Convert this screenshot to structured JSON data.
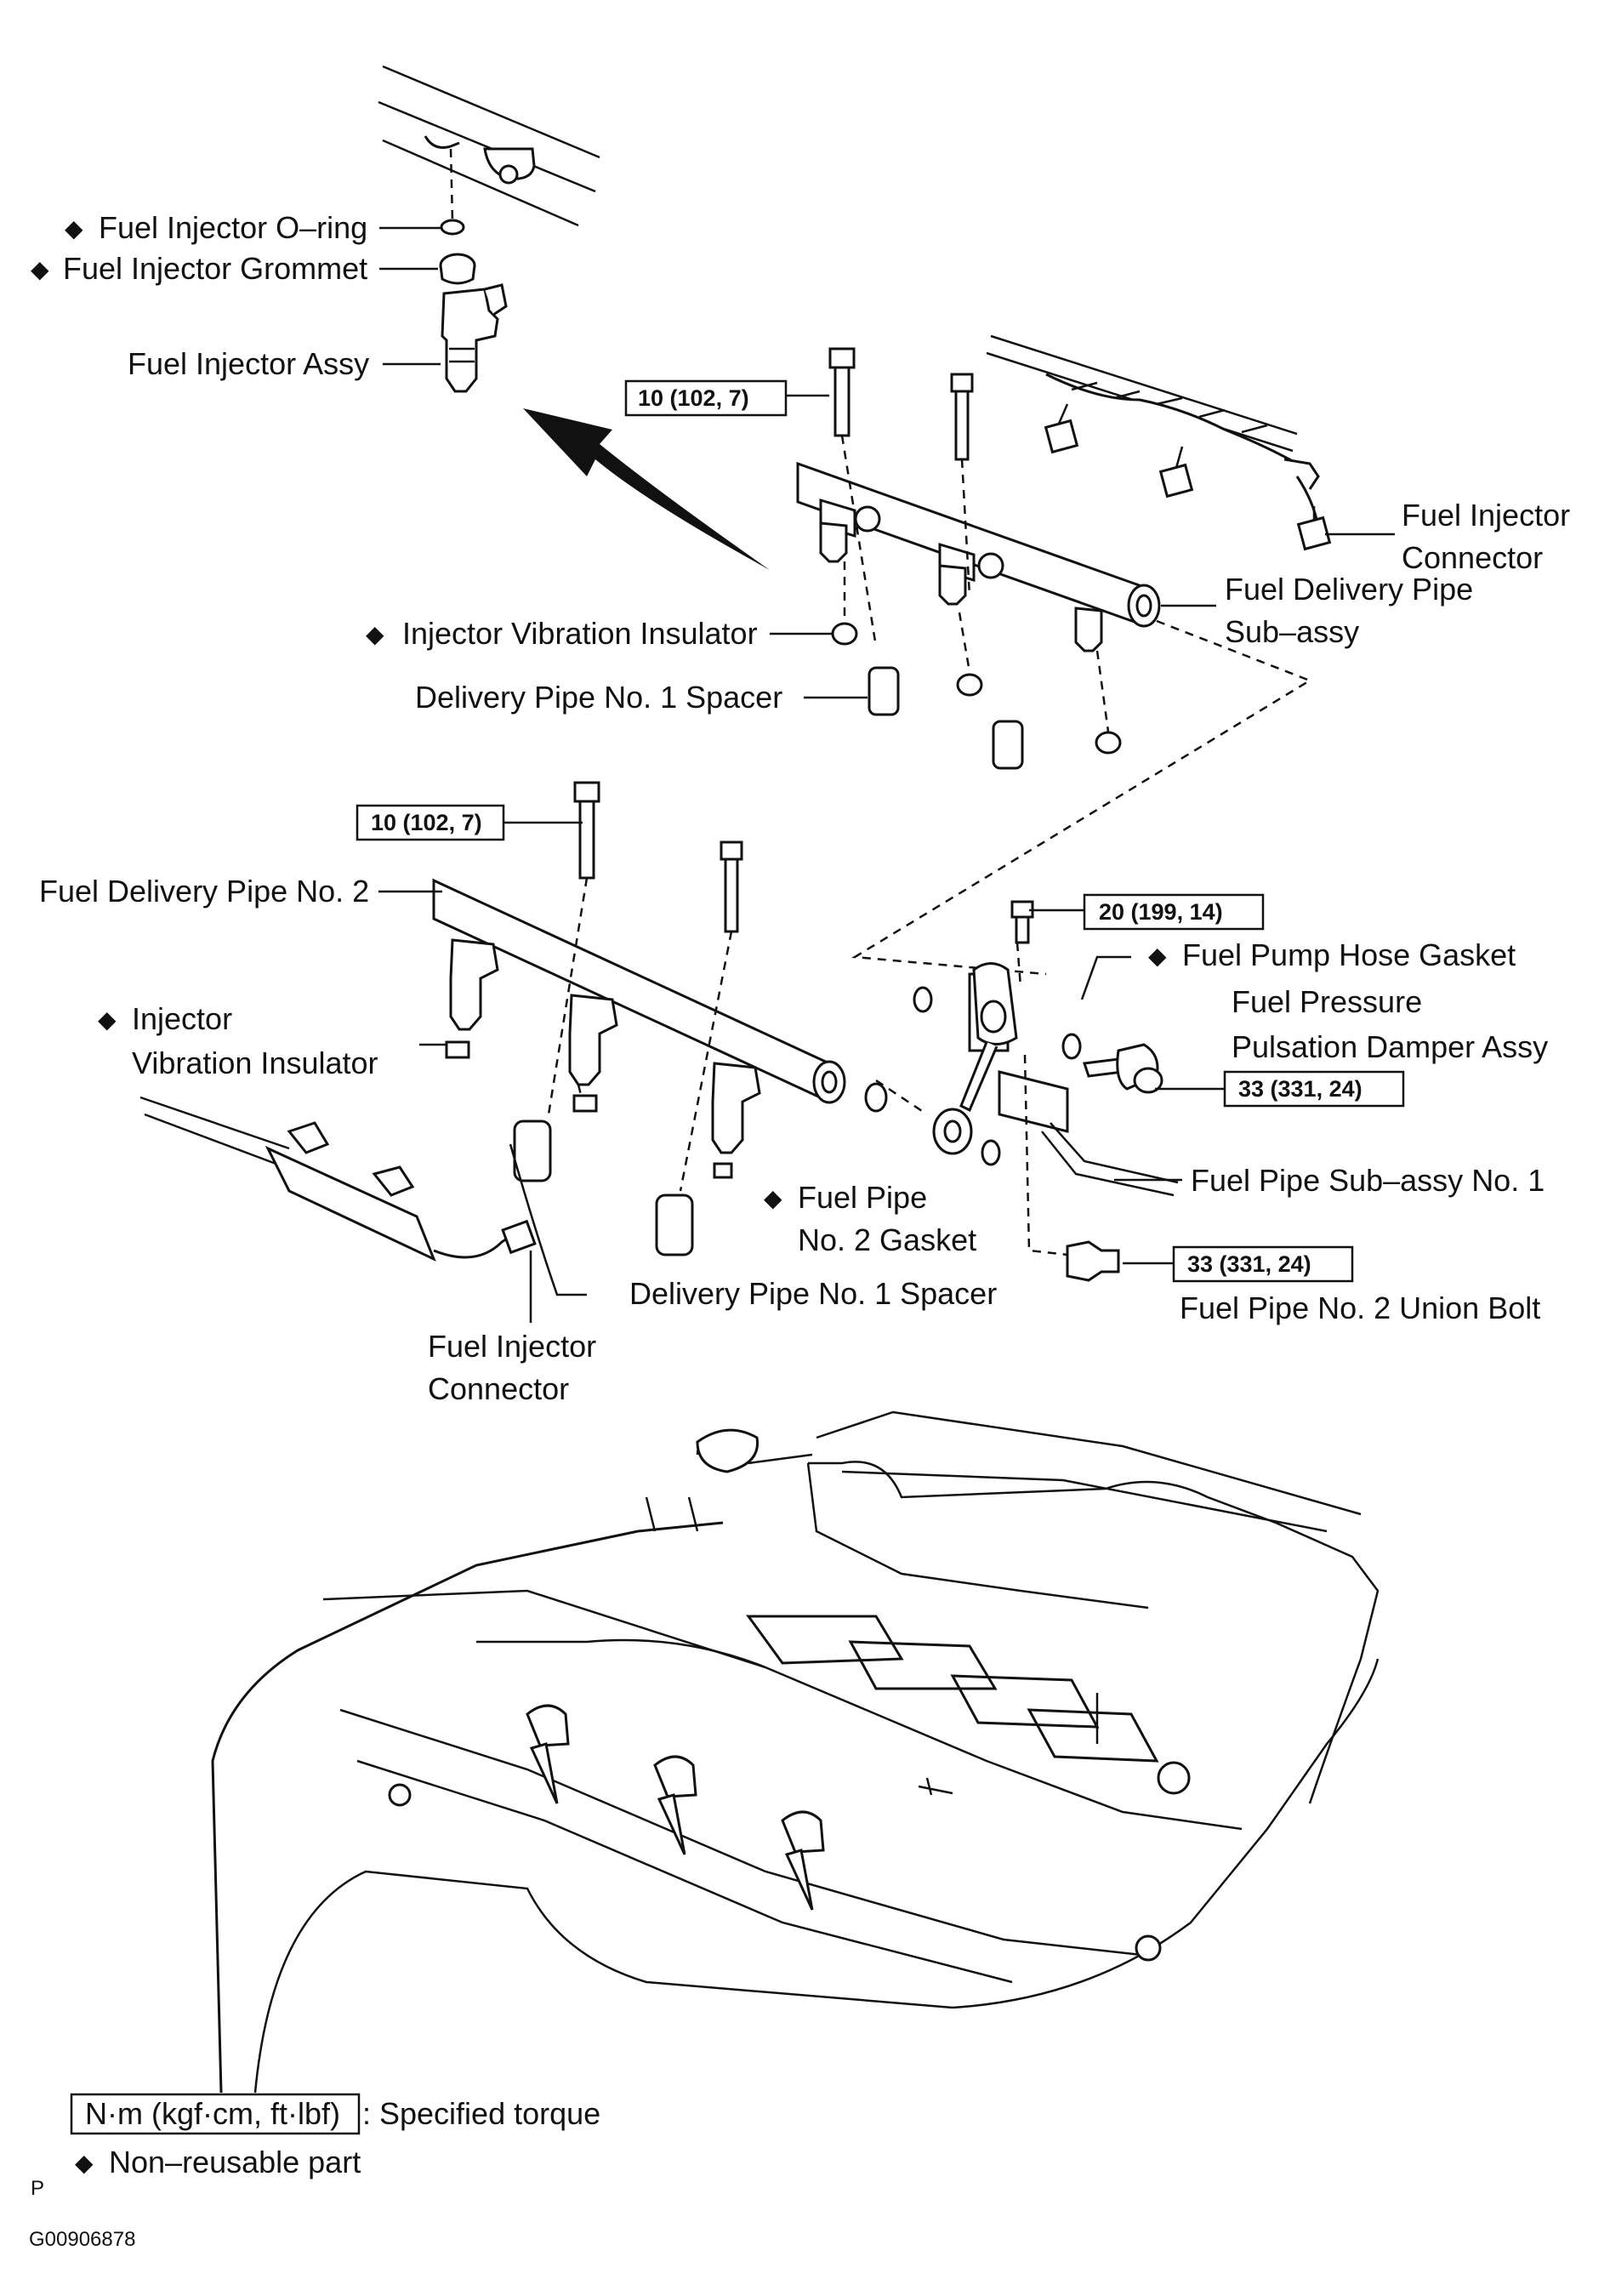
{
  "figure_id": "G00906878",
  "page_marker": "P",
  "bullet_symbol": "◆",
  "labels": {
    "fuel_injector_oring": "Fuel Injector O–ring",
    "fuel_injector_grommet": "Fuel Injector Grommet",
    "fuel_injector_assy": "Fuel Injector Assy",
    "fuel_injector_connector_upper_1": "Fuel Injector",
    "fuel_injector_connector_upper_2": "Connector",
    "fuel_delivery_pipe_subassy_1": "Fuel Delivery Pipe",
    "fuel_delivery_pipe_subassy_2": "Sub–assy",
    "injector_vibration_insulator_upper": "Injector Vibration Insulator",
    "delivery_pipe_spacer_upper": "Delivery Pipe No. 1 Spacer",
    "fuel_delivery_pipe_no2": "Fuel Delivery Pipe No. 2",
    "fuel_pump_hose_gasket": "Fuel Pump Hose Gasket",
    "fuel_pressure_damper_1": "Fuel Pressure",
    "fuel_pressure_damper_2": "Pulsation Damper Assy",
    "injector_vibration_insulator_lower_1": "Injector",
    "injector_vibration_insulator_lower_2": "Vibration Insulator",
    "fuel_pipe_subassy_no1": "Fuel Pipe Sub–assy No. 1",
    "fuel_pipe_no2_gasket_1": "Fuel Pipe",
    "fuel_pipe_no2_gasket_2": "No. 2 Gasket",
    "delivery_pipe_spacer_lower": "Delivery Pipe No. 1 Spacer",
    "fuel_pipe_no2_union_bolt": "Fuel Pipe No. 2 Union Bolt",
    "fuel_injector_connector_lower_1": "Fuel Injector",
    "fuel_injector_connector_lower_2": "Connector"
  },
  "torques": {
    "delivery_pipe_bolt_upper": "10 (102, 7)",
    "delivery_pipe_bolt_lower": "10 (102, 7)",
    "fuel_pipe_bolt": "20 (199, 14)",
    "pulsation_damper": "33 (331, 24)",
    "union_bolt": "33 (331, 24)"
  },
  "legend": {
    "torque_unit": "N·m (kgf·cm, ft·lbf)",
    "torque_desc": ": Specified torque",
    "nonreusable_desc": "Non–reusable part"
  }
}
